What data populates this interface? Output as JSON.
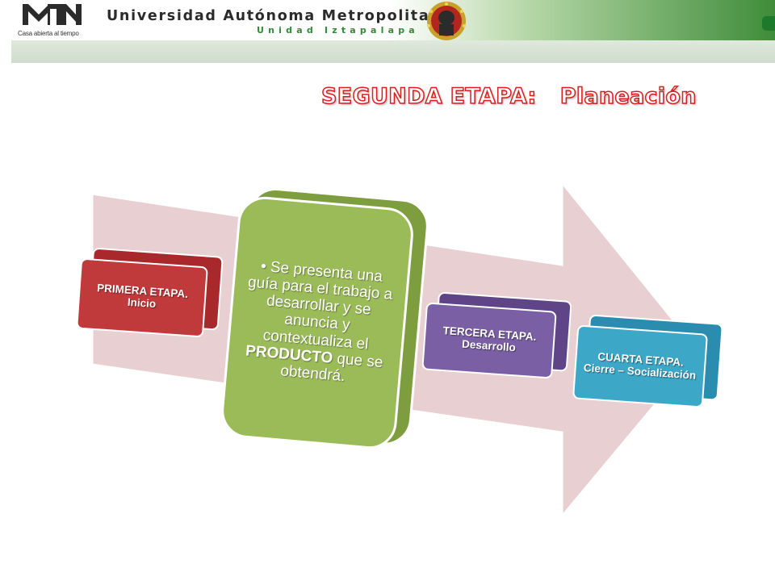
{
  "header": {
    "logo_caption": "Casa abierta al tiempo",
    "university_name": "Universidad Autónoma Metropolitana",
    "unit_name": "Unidad Iztapalapa"
  },
  "slide": {
    "title": "SEGUNDA ETAPA:   Planeación"
  },
  "stages": [
    {
      "label": "PRIMERA ETAPA.",
      "sublabel": "Inicio",
      "color": "#c0393b"
    },
    {
      "bullet": "•",
      "text_before": "Se presenta una guía para el trabajo a desarrollar y se anuncia y contextualiza el",
      "text_bold": "PRODUCTO",
      "text_after": "que se obtendrá.",
      "color": "#9bbb59"
    },
    {
      "label": "TERCERA ETAPA.",
      "sublabel": "Desarrollo",
      "color": "#7a5fa4"
    },
    {
      "label": "CUARTA ETAPA.",
      "sublabel": "Cierre – Socialización",
      "color": "#3da7c7"
    }
  ],
  "arrow_color": "#e8cfd2"
}
